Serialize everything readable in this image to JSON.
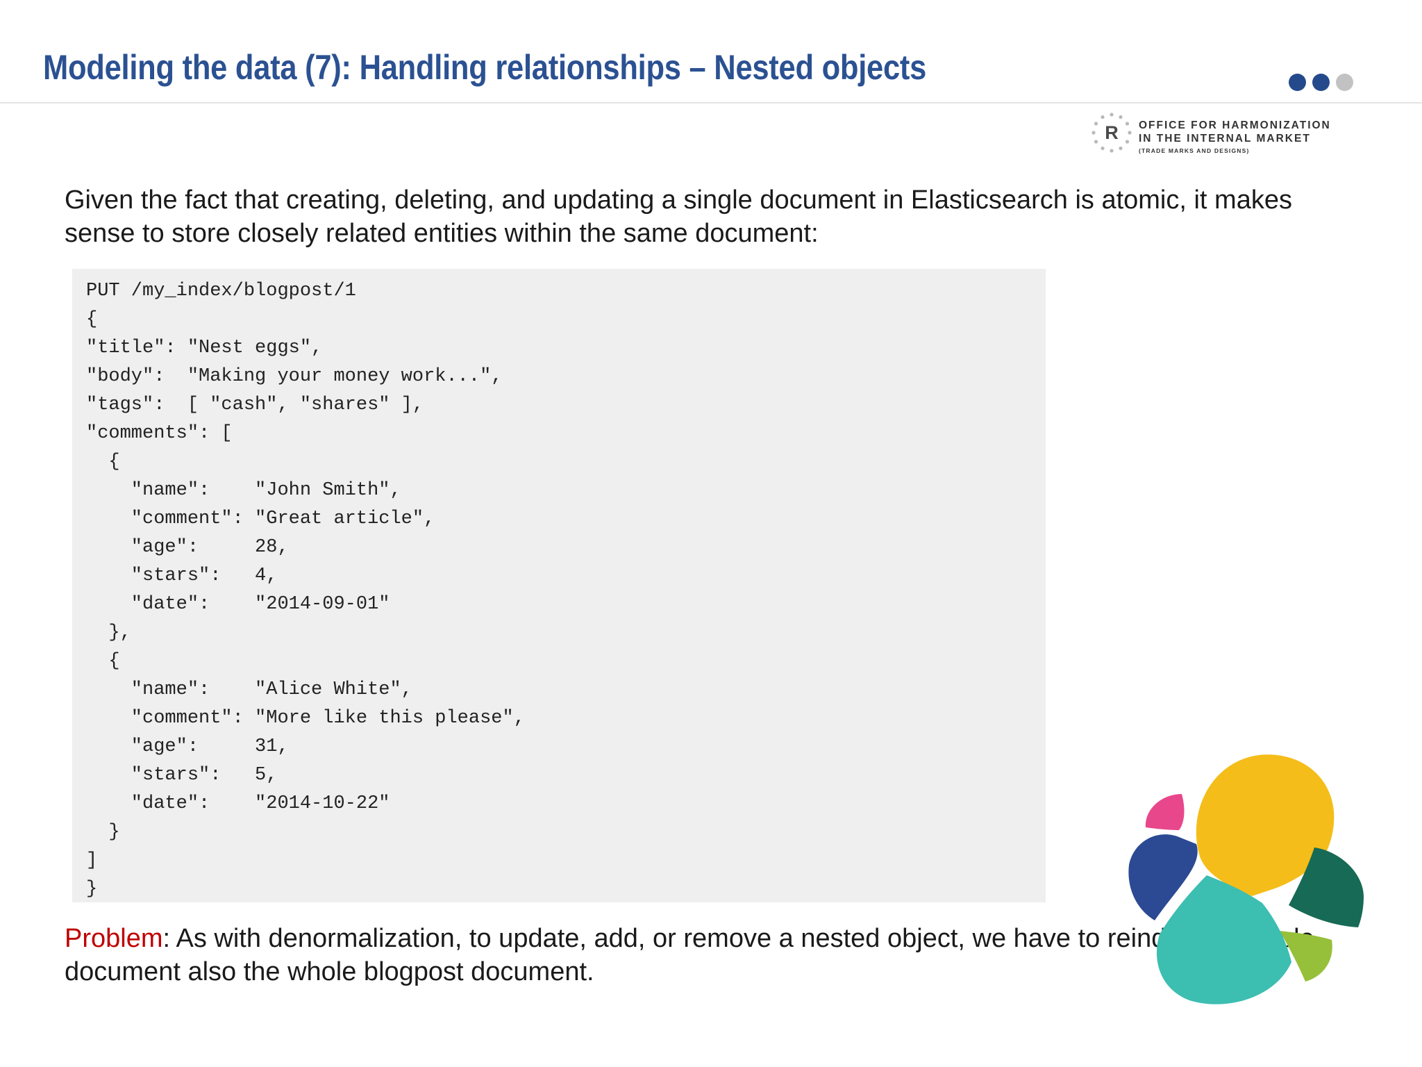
{
  "slide": {
    "title": "Modeling the data (7): Handling relationships – Nested objects",
    "intro": "Given the fact that creating, deleting, and updating a single document in Elasticsearch is atomic, it makes sense to store closely related entities within the same document:",
    "code": "PUT /my_index/blogpost/1\n{\n\"title\": \"Nest eggs\",\n\"body\":  \"Making your money work...\",\n\"tags\":  [ \"cash\", \"shares\" ],\n\"comments\": [\n  {\n    \"name\":    \"John Smith\",\n    \"comment\": \"Great article\",\n    \"age\":     28,\n    \"stars\":   4,\n    \"date\":    \"2014-09-01\"\n  },\n  {\n    \"name\":    \"Alice White\",\n    \"comment\": \"More like this please\",\n    \"age\":     31,\n    \"stars\":   5,\n    \"date\":    \"2014-10-22\"\n  }\n]\n}",
    "problem_label": "Problem",
    "problem_text": ":  As with denormalization, to update, add, or remove a nested object, we have to reindex the whole document  also the whole blogpost document."
  },
  "org_logo": {
    "line1": "OFFICE FOR HARMONIZATION",
    "line2": "IN THE INTERNAL MARKET",
    "line3": "(TRADE MARKS AND DESIGNS)",
    "emblem_letter": "R"
  },
  "icons": {
    "pager_dots": "three-dots-indicator",
    "org_emblem": "ohim-emblem-icon",
    "product_logo": "elasticsearch-logo-icon"
  },
  "colors": {
    "title": "#2b5192",
    "problem_label": "#c00000",
    "code_background": "#efefef",
    "dot_active": "#254a8c",
    "dot_inactive": "#c2c2c2",
    "logo_yellow": "#f4bd19",
    "logo_teal": "#3cbeb1",
    "logo_navy": "#2c4a93",
    "logo_pink": "#e8478b",
    "logo_dark_green": "#176a55",
    "logo_lime": "#96c03a"
  }
}
